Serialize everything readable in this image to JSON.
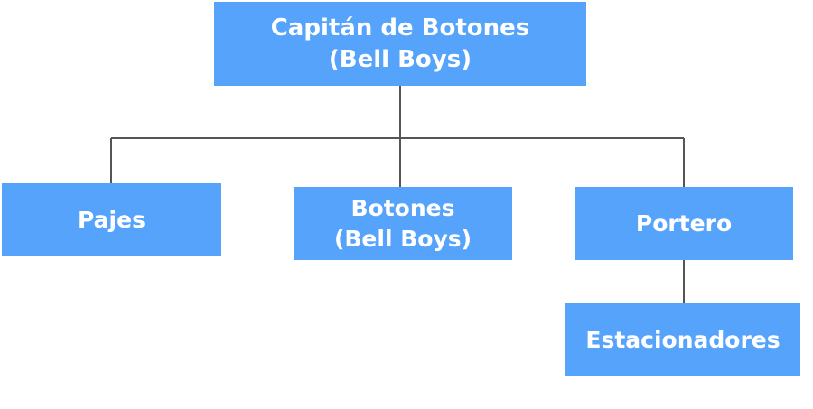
{
  "colors": {
    "node_fill": "#55a3fb",
    "node_text": "#ffffff",
    "connector": "#555555",
    "background": "#ffffff"
  },
  "nodes": {
    "root": {
      "line1": "Capitán de Botones",
      "line2": "(Bell Boys)"
    },
    "pajes": {
      "line1": "Pajes"
    },
    "botones": {
      "line1": "Botones",
      "line2": "(Bell Boys)"
    },
    "portero": {
      "line1": "Portero"
    },
    "estacionadores": {
      "line1": "Estacionadores"
    }
  },
  "edges": [
    {
      "from": "root",
      "to": "pajes"
    },
    {
      "from": "root",
      "to": "botones"
    },
    {
      "from": "root",
      "to": "portero"
    },
    {
      "from": "portero",
      "to": "estacionadores"
    }
  ]
}
